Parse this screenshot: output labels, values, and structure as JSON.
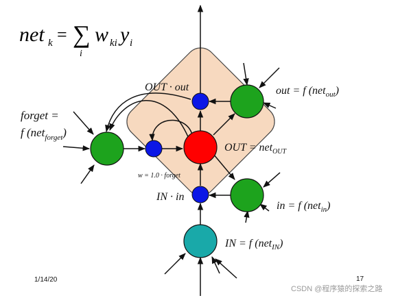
{
  "formula": {
    "lhs": "net",
    "lhs_sub": "k",
    "equals": "=",
    "sigma": "∑",
    "sigma_sub": "i",
    "w": "w",
    "w_sub": "ki",
    "y": "y",
    "y_sub": "i"
  },
  "labels": {
    "out_gate_product": "OUT · out",
    "out_eq_main": "out = f (net",
    "out_eq_sub": "out",
    "out_eq_close": ")",
    "forget_eq_line1": "forget =",
    "forget_eq_main": "f (net",
    "forget_eq_sub": "forget",
    "forget_eq_close": ")",
    "cell_eq_main": "OUT = net",
    "cell_eq_sub": "OUT",
    "weight_label": "w = 1.0 · forget",
    "in_gate_product": "IN · in",
    "in_eq_main": "in = f (net",
    "in_eq_sub": "in",
    "in_eq_close": ")",
    "input_eq_main": "IN = f (net",
    "input_eq_sub": "IN",
    "input_eq_close": ")"
  },
  "footer": {
    "date": "1/14/20",
    "page": "17",
    "watermark": "CSDN @程序猿的探索之路"
  },
  "colors": {
    "diamond_fill": "#f7d9bf",
    "diamond_stroke": "#444444",
    "gate_green": "#1da31d",
    "cell_red": "#ff0000",
    "multiplier_blue": "#0b17e6",
    "input_teal": "#19a9a9",
    "line": "#111111"
  },
  "icons": {
    "neuron": "filled-circle-node",
    "multiplier": "small-blue-circle-node",
    "arrow": "arrowhead"
  }
}
